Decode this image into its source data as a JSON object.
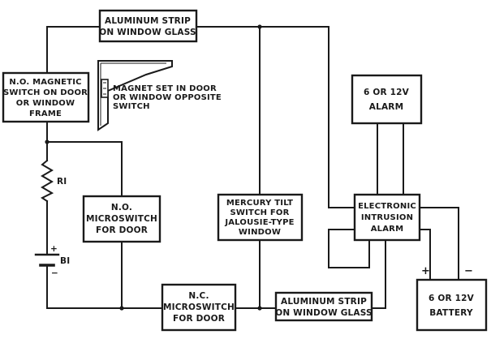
{
  "diagram": {
    "boxes": {
      "aluminum_strip_top": [
        "ALUMINUM STRIP",
        "ON WINDOW GLASS"
      ],
      "magnetic_switch": [
        "N.O. MAGNETIC",
        "SWITCH ON DOOR",
        "OR WINDOW",
        "FRAME"
      ],
      "alarm_6_12v": [
        "6 OR 12V",
        "ALARM"
      ],
      "no_microswitch": [
        "N.O.",
        "MICROSWITCH",
        "FOR DOOR"
      ],
      "mercury_tilt": [
        "MERCURY TILT",
        "SWITCH FOR",
        "JALOUSIE-TYPE",
        "WINDOW"
      ],
      "electronic_alarm": [
        "ELECTRONIC",
        "INTRUSION",
        "ALARM"
      ],
      "nc_microswitch": [
        "N.C.",
        "MICROSWITCH",
        "FOR DOOR"
      ],
      "aluminum_strip_bottom": [
        "ALUMINUM STRIP",
        "ON WINDOW GLASS"
      ],
      "battery_box": [
        "6 OR 12V",
        "BATTERY"
      ]
    },
    "magnet_note": [
      "MAGNET SET IN DOOR",
      "OR WINDOW OPPOSITE",
      "SWITCH"
    ],
    "labels": {
      "r1": "RI",
      "b1": "BI",
      "battery_plus": "+",
      "battery_minus": "−",
      "b1_plus": "+",
      "b1_minus": "−"
    }
  }
}
